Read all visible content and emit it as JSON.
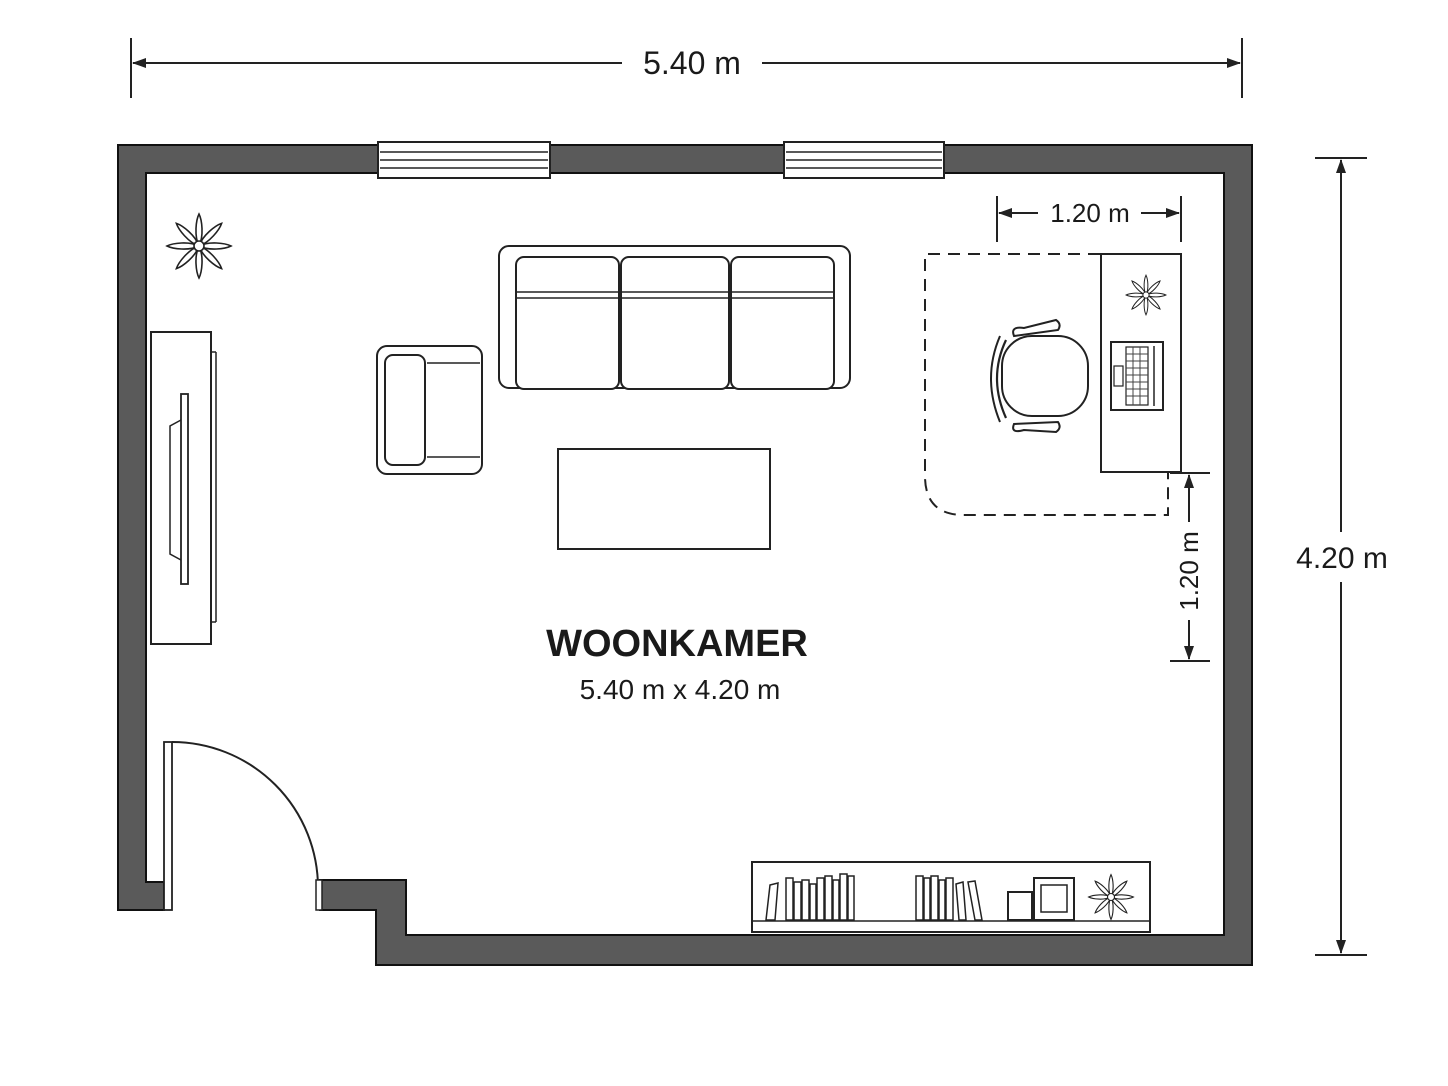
{
  "dimensions": {
    "width_label": "5.40 m",
    "height_label": "4.20 m",
    "desk_area_width_label": "1.20 m",
    "desk_area_depth_label": "1.20 m"
  },
  "room": {
    "name": "WOONKAMER",
    "size_label": "5.40 m x 4.20 m"
  },
  "colors": {
    "wall": "#5a5a5a",
    "line": "#222222",
    "background": "#ffffff"
  },
  "icons": [
    "plant-icon",
    "sofa-icon",
    "armchair-icon",
    "coffee-table-icon",
    "tv-unit-icon",
    "office-chair-icon",
    "desk-icon",
    "laptop-icon",
    "door-swing-icon",
    "window-icon",
    "bookshelf-icon",
    "picture-frame-icon"
  ]
}
